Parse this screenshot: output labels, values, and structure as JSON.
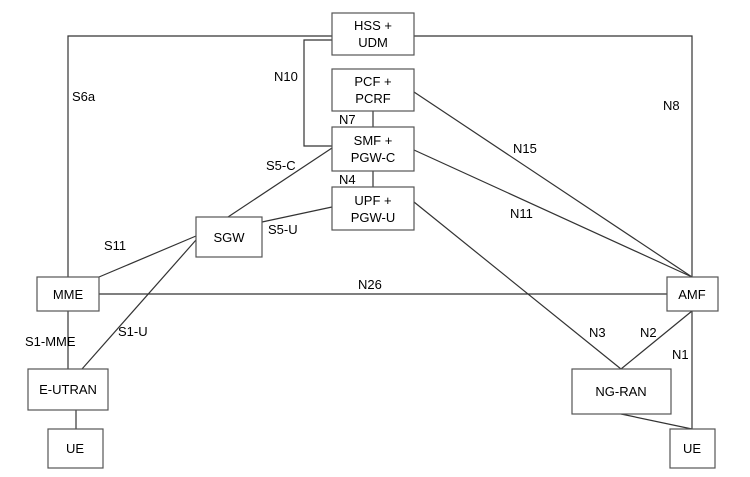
{
  "nodes": {
    "hss_udm": [
      "HSS +",
      "UDM"
    ],
    "pcf_pcrf": [
      "PCF +",
      "PCRF"
    ],
    "smf_pgwc": [
      "SMF +",
      "PGW-C"
    ],
    "upf_pgwu": [
      "UPF +",
      "PGW-U"
    ],
    "sgw": [
      "SGW"
    ],
    "mme": [
      "MME"
    ],
    "amf": [
      "AMF"
    ],
    "eutran": [
      "E-UTRAN"
    ],
    "ngran": [
      "NG-RAN"
    ],
    "ue_left": [
      "UE"
    ],
    "ue_right": [
      "UE"
    ]
  },
  "interfaces": {
    "s6a": "S6a",
    "n8": "N8",
    "n10": "N10",
    "n7": "N7",
    "n4": "N4",
    "n15": "N15",
    "n11": "N11",
    "s5c": "S5-C",
    "s5u": "S5-U",
    "s11": "S11",
    "n26": "N26",
    "s1mme": "S1-MME",
    "s1u": "S1-U",
    "n3": "N3",
    "n2": "N2",
    "n1": "N1"
  }
}
